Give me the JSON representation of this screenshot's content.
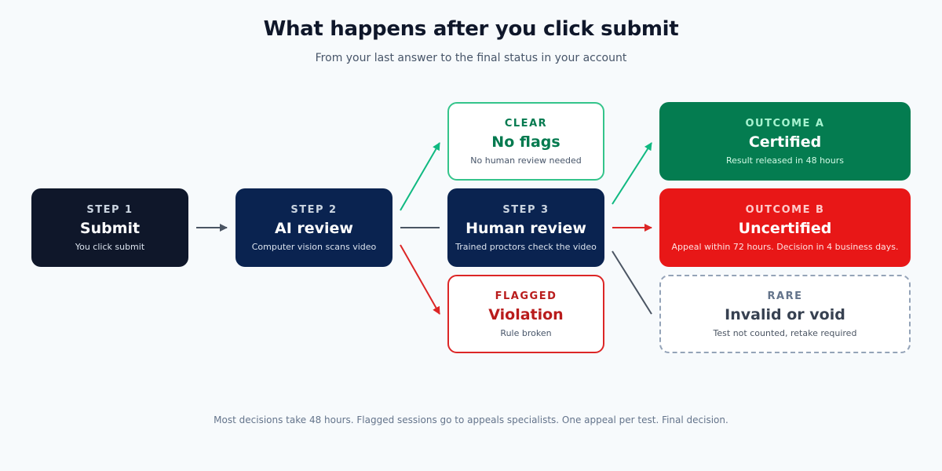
{
  "header": {
    "title": "What happens after you click submit",
    "subtitle": "From your last answer to the final status in your account"
  },
  "nodes": {
    "submit": {
      "eyebrow": "STEP 1",
      "heading": "Submit",
      "desc": "You click submit"
    },
    "ai_review": {
      "eyebrow": "STEP 2",
      "heading": "AI review",
      "desc": "Computer vision scans video"
    },
    "clear": {
      "eyebrow": "CLEAR",
      "heading": "No flags",
      "desc": "No human review needed"
    },
    "human_review": {
      "eyebrow": "STEP 3",
      "heading": "Human review",
      "desc": "Trained proctors check the video"
    },
    "flagged": {
      "eyebrow": "FLAGGED",
      "heading": "Violation",
      "desc": "Rule broken"
    },
    "outcome_a": {
      "eyebrow": "OUTCOME A",
      "heading": "Certified",
      "desc": "Result released in 48 hours"
    },
    "outcome_b": {
      "eyebrow": "OUTCOME B",
      "heading": "Uncertified",
      "desc": "Appeal within 72 hours. Decision in 4 business days."
    },
    "rare": {
      "eyebrow": "RARE",
      "heading": "Invalid or void",
      "desc": "Test not counted, retake required"
    }
  },
  "footer": {
    "note": "Most decisions take 48 hours. Flagged sessions go to appeals specialists. One appeal per test. Final decision."
  },
  "colors": {
    "arrow_neutral": "#4b5563",
    "arrow_green": "#10b981",
    "arrow_red": "#dc2626"
  }
}
